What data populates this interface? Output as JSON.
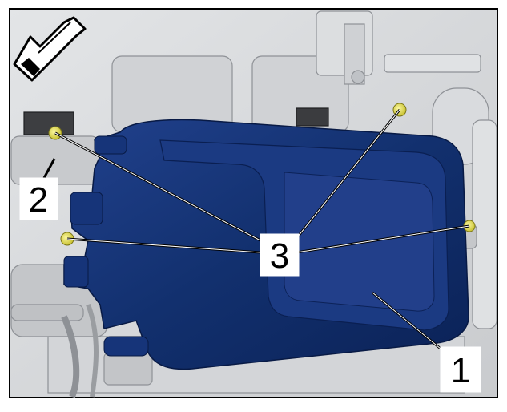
{
  "figure": {
    "callouts": [
      {
        "id": "1",
        "label": "1"
      },
      {
        "id": "2",
        "label": "2"
      },
      {
        "id": "3",
        "label": "3"
      }
    ],
    "icons": [
      "direction-arrow-icon"
    ],
    "colors": {
      "component": "#12306e",
      "component_highlight": "#27489a",
      "background_parts": "#d7d9dc",
      "fastener": "#e7e34a",
      "frame": "#000000"
    }
  }
}
